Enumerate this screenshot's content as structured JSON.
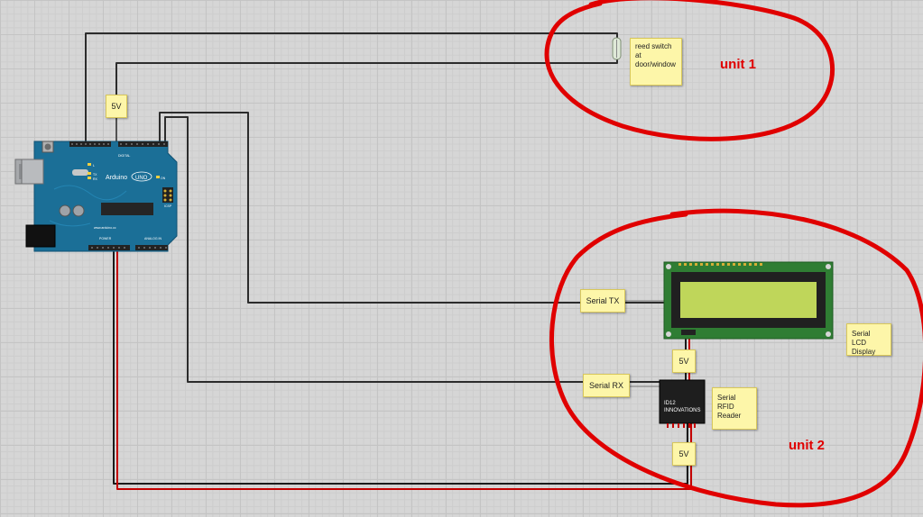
{
  "labels": {
    "reed_switch": "reed switch\nat\ndoor/window",
    "unit1": "unit 1",
    "unit2": "unit 2",
    "power_top": "5V",
    "serial_tx": "Serial TX",
    "serial_rx": "Serial RX",
    "lcd": "Serial LCD\nDisplay",
    "rfid": "Serial\nRFID\nReader",
    "power_mid": "5V",
    "power_bottom": "5V"
  },
  "arduino": {
    "brand": "Arduino",
    "model": "UNO",
    "website": "www.arduino.cc",
    "digital": "DIGITAL",
    "power": "POWER",
    "analog": "ANALOG IN",
    "icsp": "ICSP",
    "on": "ON",
    "tx": "TX",
    "rx": "RX",
    "l": "L"
  },
  "rfid_chip": {
    "line1": "ID12",
    "line2": "INNOVATIONS"
  },
  "colors": {
    "annotation_red": "#e00000",
    "board_blue": "#1b6f97",
    "lcd_pcb": "#2f7d33",
    "lcd_screen": "#bfd65a",
    "wire_dark": "#2c2c2c",
    "wire_red": "#c40000",
    "note_yellow": "#fdf6a9"
  }
}
